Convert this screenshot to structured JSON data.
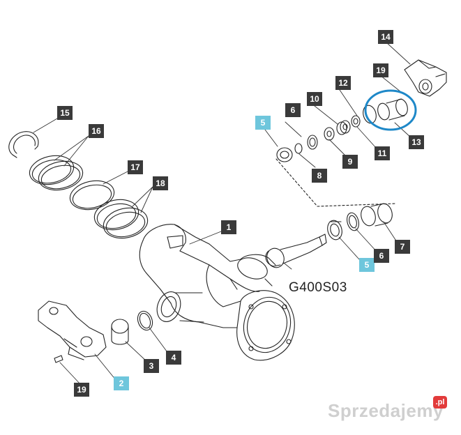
{
  "diagram": {
    "drawing_code": "G400S03",
    "callouts": [
      {
        "id": "c1",
        "label": "1",
        "highlight": false
      },
      {
        "id": "c2",
        "label": "2",
        "highlight": true
      },
      {
        "id": "c3",
        "label": "3",
        "highlight": false
      },
      {
        "id": "c4",
        "label": "4",
        "highlight": false
      },
      {
        "id": "c5a",
        "label": "5",
        "highlight": true
      },
      {
        "id": "c5b",
        "label": "5",
        "highlight": true
      },
      {
        "id": "c6a",
        "label": "6",
        "highlight": false
      },
      {
        "id": "c6b",
        "label": "6",
        "highlight": false
      },
      {
        "id": "c7",
        "label": "7",
        "highlight": false
      },
      {
        "id": "c8",
        "label": "8",
        "highlight": false
      },
      {
        "id": "c9",
        "label": "9",
        "highlight": false
      },
      {
        "id": "c10",
        "label": "10",
        "highlight": false
      },
      {
        "id": "c11",
        "label": "11",
        "highlight": false
      },
      {
        "id": "c12",
        "label": "12",
        "highlight": false
      },
      {
        "id": "c13",
        "label": "13",
        "highlight": false
      },
      {
        "id": "c14",
        "label": "14",
        "highlight": false
      },
      {
        "id": "c15",
        "label": "15",
        "highlight": false
      },
      {
        "id": "c16",
        "label": "16",
        "highlight": false
      },
      {
        "id": "c17",
        "label": "17",
        "highlight": false
      },
      {
        "id": "c18",
        "label": "18",
        "highlight": false
      },
      {
        "id": "c19a",
        "label": "19",
        "highlight": false
      },
      {
        "id": "c19b",
        "label": "19",
        "highlight": false
      }
    ]
  },
  "watermark": {
    "text": "Sprzedajemy",
    "badge": ".pl"
  },
  "colors": {
    "callout": "#3a3a3a",
    "callout_highlight": "#6ec6dc",
    "ring_highlight": "#1e88c8"
  }
}
